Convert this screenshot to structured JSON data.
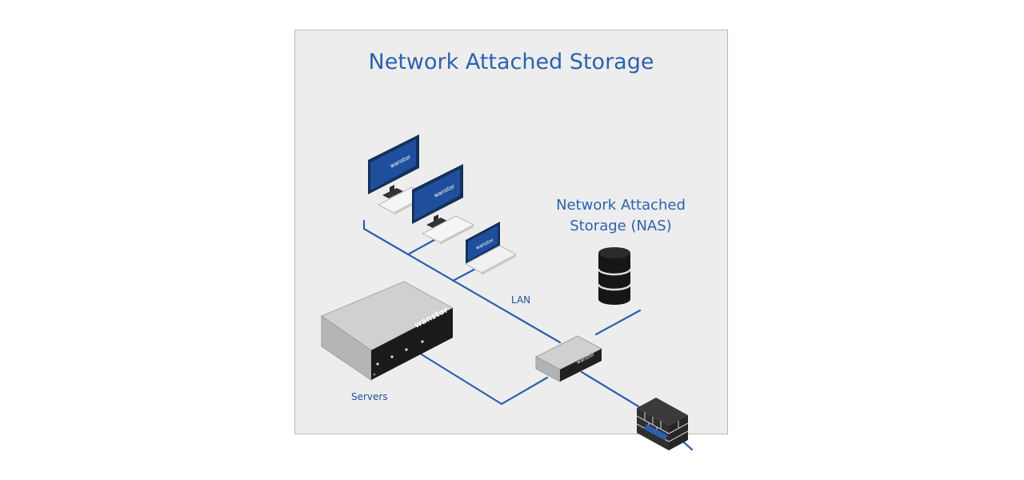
{
  "title": "Network Attached Storage",
  "nas_label": {
    "line1": "Network Attached",
    "line2": "Storage (NAS)"
  },
  "labels": {
    "lan": "LAN",
    "servers": "Servers"
  },
  "brand": "wanstor",
  "colors": {
    "accent": "#2b63ad",
    "link": "#2d5fad",
    "panel": "#ededee",
    "screen": "#1f4f9c"
  },
  "icons": [
    "monitor-icon",
    "laptop-icon",
    "server-icon",
    "nas-cylinder-icon",
    "network-switch-icon",
    "firewall-icon"
  ]
}
